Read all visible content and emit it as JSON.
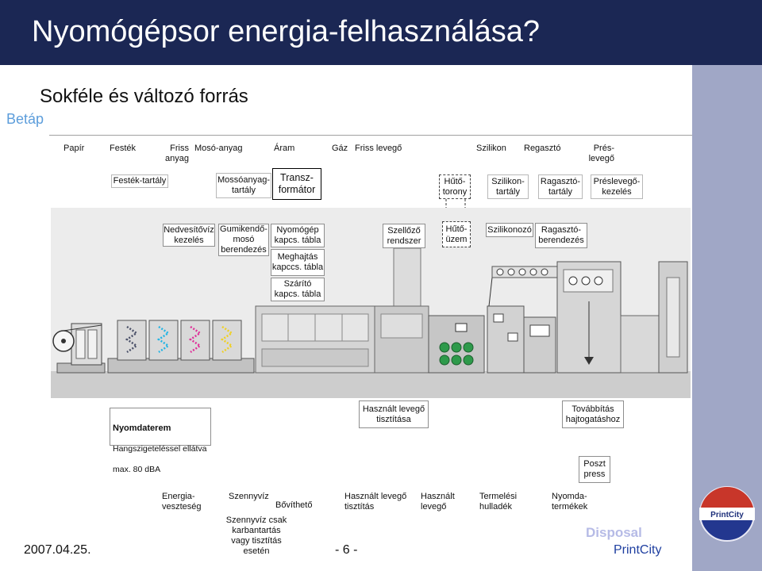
{
  "header": {
    "title": "Nyomógépsor energia-felhasználása?"
  },
  "subtitle": "Sokféle és változó forrás",
  "section_label": "Betáp",
  "inputs": {
    "papir": "Papír",
    "festek": "Festék",
    "friss_anyag": "Friss\nanyag",
    "moso_anyag": "Mosó-anyag",
    "aram": "Áram",
    "gaz": "Gáz",
    "friss_levego": "Friss levegő",
    "szilikon": "Szilikon",
    "regaszto": "Regasztó",
    "preslevego": "Prés-\nlevegő"
  },
  "storage": {
    "festek_tartaly": "Festék-tartály",
    "mossoanyag_tartaly": "Mossóanyag-\ntartály",
    "transzformator": "Transz-\nformátor",
    "huto_torony": "Hűtő-\ntorony",
    "szilikon_tartaly": "Szilikon-\ntartály",
    "ragaszto_tartaly": "Ragasztó-\ntartály",
    "preslevego_kezeles": "Préslevegő-\nkezelés"
  },
  "equipment": {
    "nedvesitoviz": "Nedvesítővíz\nkezelés",
    "gumikendo": "Gumikendő-\nmosó\nberendezés",
    "nyomogep_tabla": "Nyomógép\nkapcs. tábla",
    "meghajtas_tabla": "Meghajtás\nkapccs. tábla",
    "szarito_tabla": "Szárító\nkapcs. tábla",
    "szellozo": "Szellőző\nrendszer",
    "huto_uzem": "Hűtő-\nüzem",
    "szilikonozo": "Szilikonozó",
    "ragaszto_ber": "Ragasztó-\nberendezés"
  },
  "room": {
    "title": "Nyomdaterem",
    "line1": "Hangszigeteléssel ellátva",
    "line2": "max. 80 dBA"
  },
  "air_treatment": "Használt levegő\ntisztítása",
  "forwarding": "Továbbítás\nhajtogatáshoz",
  "post_press": "Poszt\npress",
  "outputs": {
    "energia": "Energia-\nveszteség",
    "szennyviz": "Szennyvíz",
    "bovitheto": "Bővíthető",
    "levego_tisztitas": "Használt levegő\ntisztítás",
    "hasznalt_levego": "Használt\nlevegő",
    "hulladek": "Termelési\nhulladék",
    "termekek": "Nyomda-\ntermékek"
  },
  "wastewater_note": "Szennyvíz csak\nkarbantartás\nvagy tisztítás\nesetén",
  "footer": {
    "date": "2007.04.25.",
    "page": "- 6 -",
    "disposal": "Disposal",
    "brand": "PrintCity"
  },
  "logo_text": "PrintCity",
  "colors": {
    "title_bar": "#1b2754",
    "side_stripe": "#a0a7c6",
    "section_label": "#5c9ddb",
    "disposal": "#b6bbe6",
    "brand": "#1f3fa0",
    "ink_units": [
      "#4a5068",
      "#22b4e4",
      "#df2f98",
      "#f0d020"
    ],
    "chill_rollers": "#2e9a4b"
  }
}
